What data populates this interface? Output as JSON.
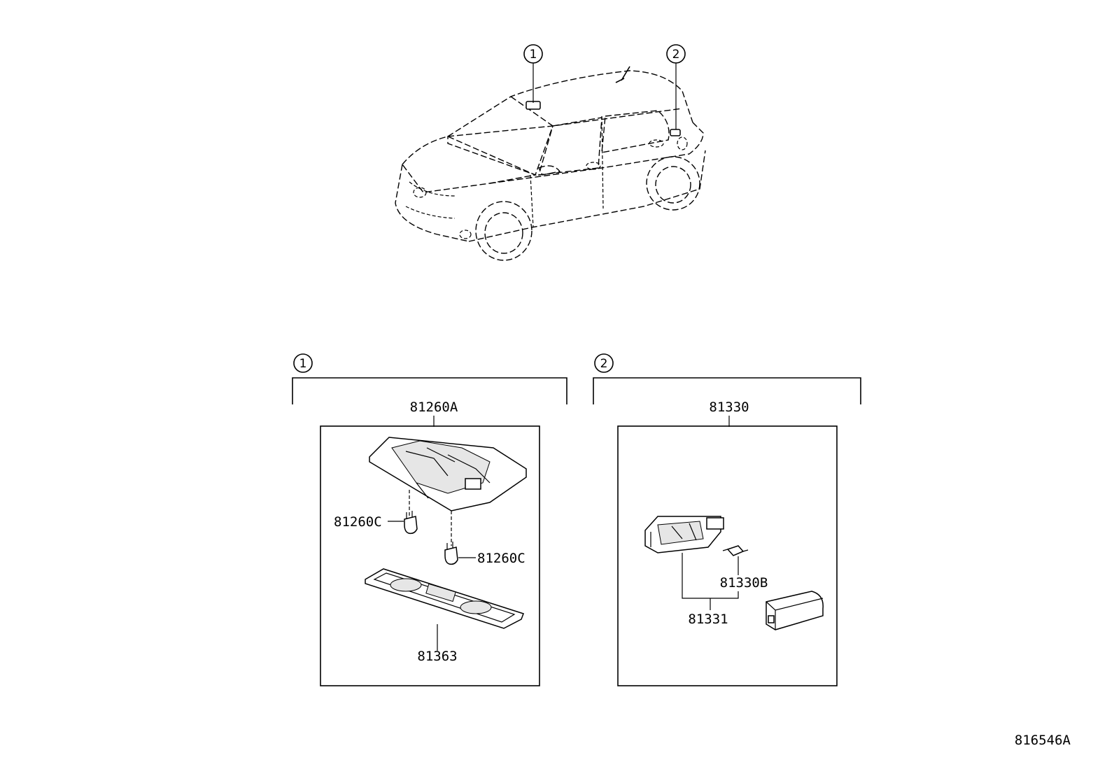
{
  "diagram_id": "816546A",
  "vehicle_callouts": [
    {
      "num": "1"
    },
    {
      "num": "2"
    }
  ],
  "groups": [
    {
      "num": "1",
      "assembly": "81260A",
      "parts": [
        "81260C",
        "81260C",
        "81363"
      ]
    },
    {
      "num": "2",
      "assembly": "81330",
      "parts": [
        "81330B",
        "81331"
      ]
    }
  ]
}
